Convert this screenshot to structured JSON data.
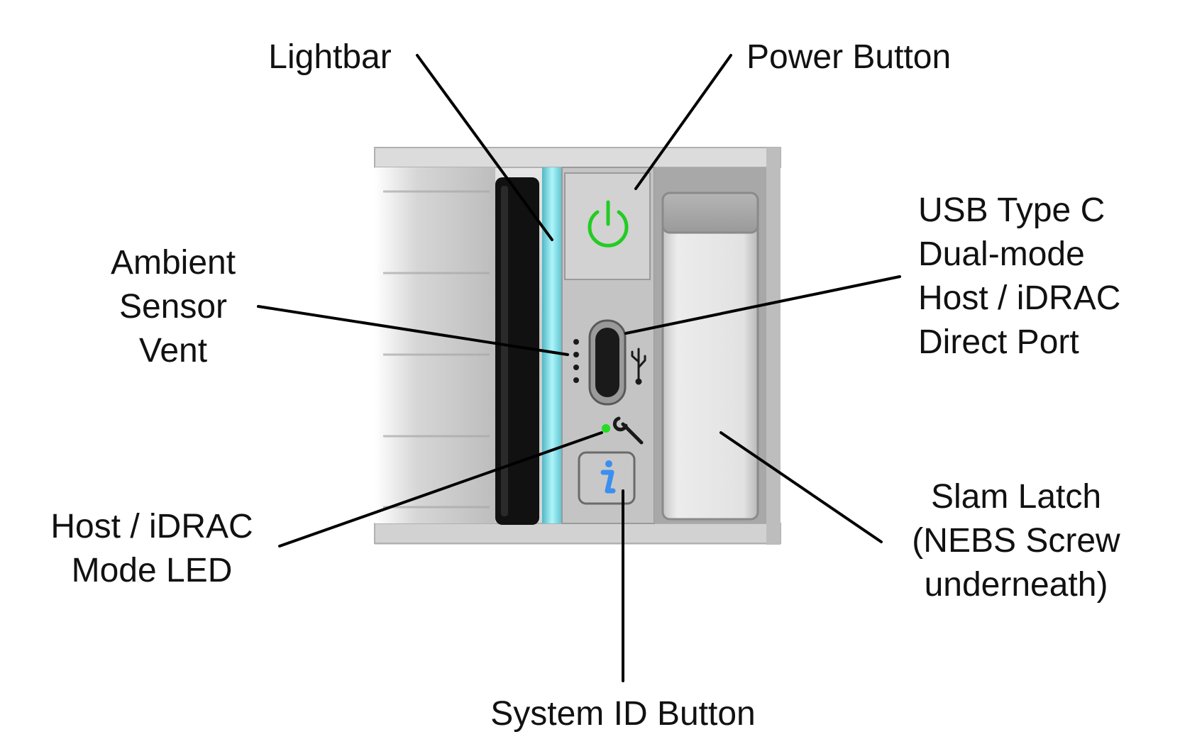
{
  "labels": {
    "lightbar": "Lightbar",
    "power_button": "Power Button",
    "usb_port": [
      "USB Type C",
      "Dual-mode",
      "Host / iDRAC",
      "Direct Port"
    ],
    "ambient_vent": [
      "Ambient",
      "Sensor",
      "Vent"
    ],
    "mode_led": [
      "Host / iDRAC",
      "Mode LED"
    ],
    "slam_latch": [
      "Slam Latch",
      "(NEBS Screw",
      "underneath)"
    ],
    "system_id_button": "System ID Button"
  },
  "icons": {
    "power": "power-icon",
    "usb": "usb-trident-icon",
    "wrench": "wrench-icon",
    "info": "info-icon"
  },
  "colors": {
    "lightbar": "#7fe6ef",
    "power_symbol": "#22cc22",
    "led": "#22dd22",
    "info_symbol": "#3a8ff0",
    "leader_line": "#000000"
  }
}
